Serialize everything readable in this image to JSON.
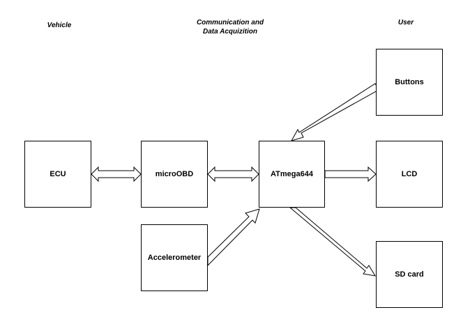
{
  "headings": {
    "vehicle": "Vehicle",
    "comm_line1": "Communication and",
    "comm_line2": "Data Acquizition",
    "user": "User"
  },
  "blocks": {
    "ecu": "ECU",
    "microobd": "microOBD",
    "atmega": "ATmega644",
    "buttons": "Buttons",
    "lcd": "LCD",
    "sdcard": "SD card",
    "accelerometer": "Accelerometer"
  }
}
